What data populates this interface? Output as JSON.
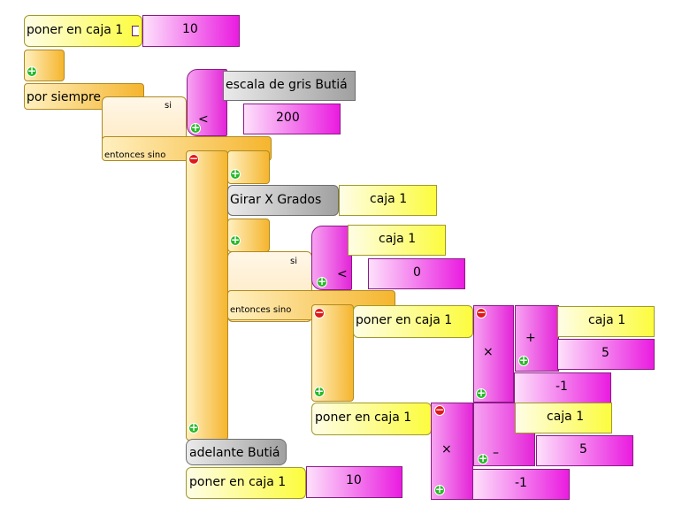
{
  "blocks": {
    "store_top": {
      "label": "poner en caja 1",
      "value": "10"
    },
    "forever": {
      "label": "por siempre"
    },
    "if1": {
      "if_label": "si",
      "else_label": "entonces sino",
      "sensor": "escala de gris Butiá",
      "op": "<",
      "num": "200"
    },
    "turn": {
      "label": "Girar X Grados",
      "arg": "caja 1"
    },
    "if2": {
      "if_label": "si",
      "else_label": "entonces sino",
      "box": "caja 1",
      "op": "<",
      "num": "0"
    },
    "store_mul1": {
      "label": "poner en caja 1",
      "op_mul": "×",
      "op_add": "+",
      "box": "caja 1",
      "num1": "5",
      "num2": "-1"
    },
    "store_mul2": {
      "label": "poner en caja 1",
      "op_mul": "×",
      "op_sub": "–",
      "box": "caja 1",
      "num1": "5",
      "num2": "-1"
    },
    "forward": {
      "label": "adelante Butiá"
    },
    "store_bottom": {
      "label": "poner en caja 1",
      "value": "10"
    }
  },
  "icons": {
    "expand": "plus-icon",
    "collapse": "minus-icon"
  },
  "colors": {
    "yellow": "#fcfc3e",
    "orange": "#f5b52e",
    "magenta": "#ea1ce0",
    "gray": "#a0a0a0"
  }
}
